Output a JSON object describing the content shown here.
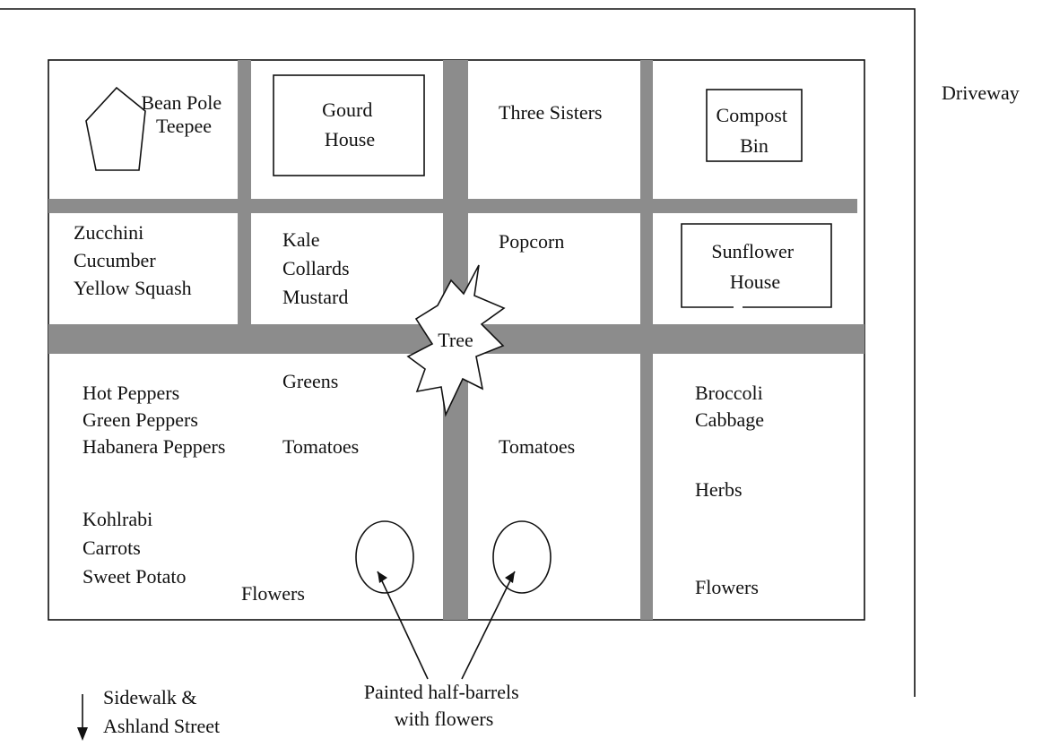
{
  "labels": {
    "bean_pole_teepee": [
      "Bean Pole",
      "Teepee"
    ],
    "gourd_house": [
      "Gourd",
      "House"
    ],
    "three_sisters": [
      "Three Sisters"
    ],
    "compost_bin": [
      "Compost",
      "Bin"
    ],
    "driveway": [
      "Driveway"
    ],
    "zucchini_bed": [
      "Zucchini",
      "Cucumber",
      "Yellow Squash"
    ],
    "kale_bed": [
      "Kale",
      "Collards",
      "Mustard"
    ],
    "popcorn": [
      "Popcorn"
    ],
    "sunflower_house": [
      "Sunflower",
      "House"
    ],
    "tree": [
      "Tree"
    ],
    "peppers_bed": [
      "Hot Peppers",
      "Green Peppers",
      "Habanera Peppers"
    ],
    "greens": [
      "Greens"
    ],
    "tomatoes_left": [
      "Tomatoes"
    ],
    "tomatoes_right": [
      "Tomatoes"
    ],
    "broccoli_bed": [
      "Broccoli",
      "Cabbage"
    ],
    "herbs": [
      "Herbs"
    ],
    "roots_bed": [
      "Kohlrabi",
      "Carrots",
      "Sweet Potato"
    ],
    "flowers_left": [
      "Flowers"
    ],
    "flowers_right": [
      "Flowers"
    ],
    "half_barrels": [
      "Painted half-barrels",
      "with flowers"
    ],
    "sidewalk": [
      "Sidewalk &",
      "Ashland Street"
    ]
  }
}
